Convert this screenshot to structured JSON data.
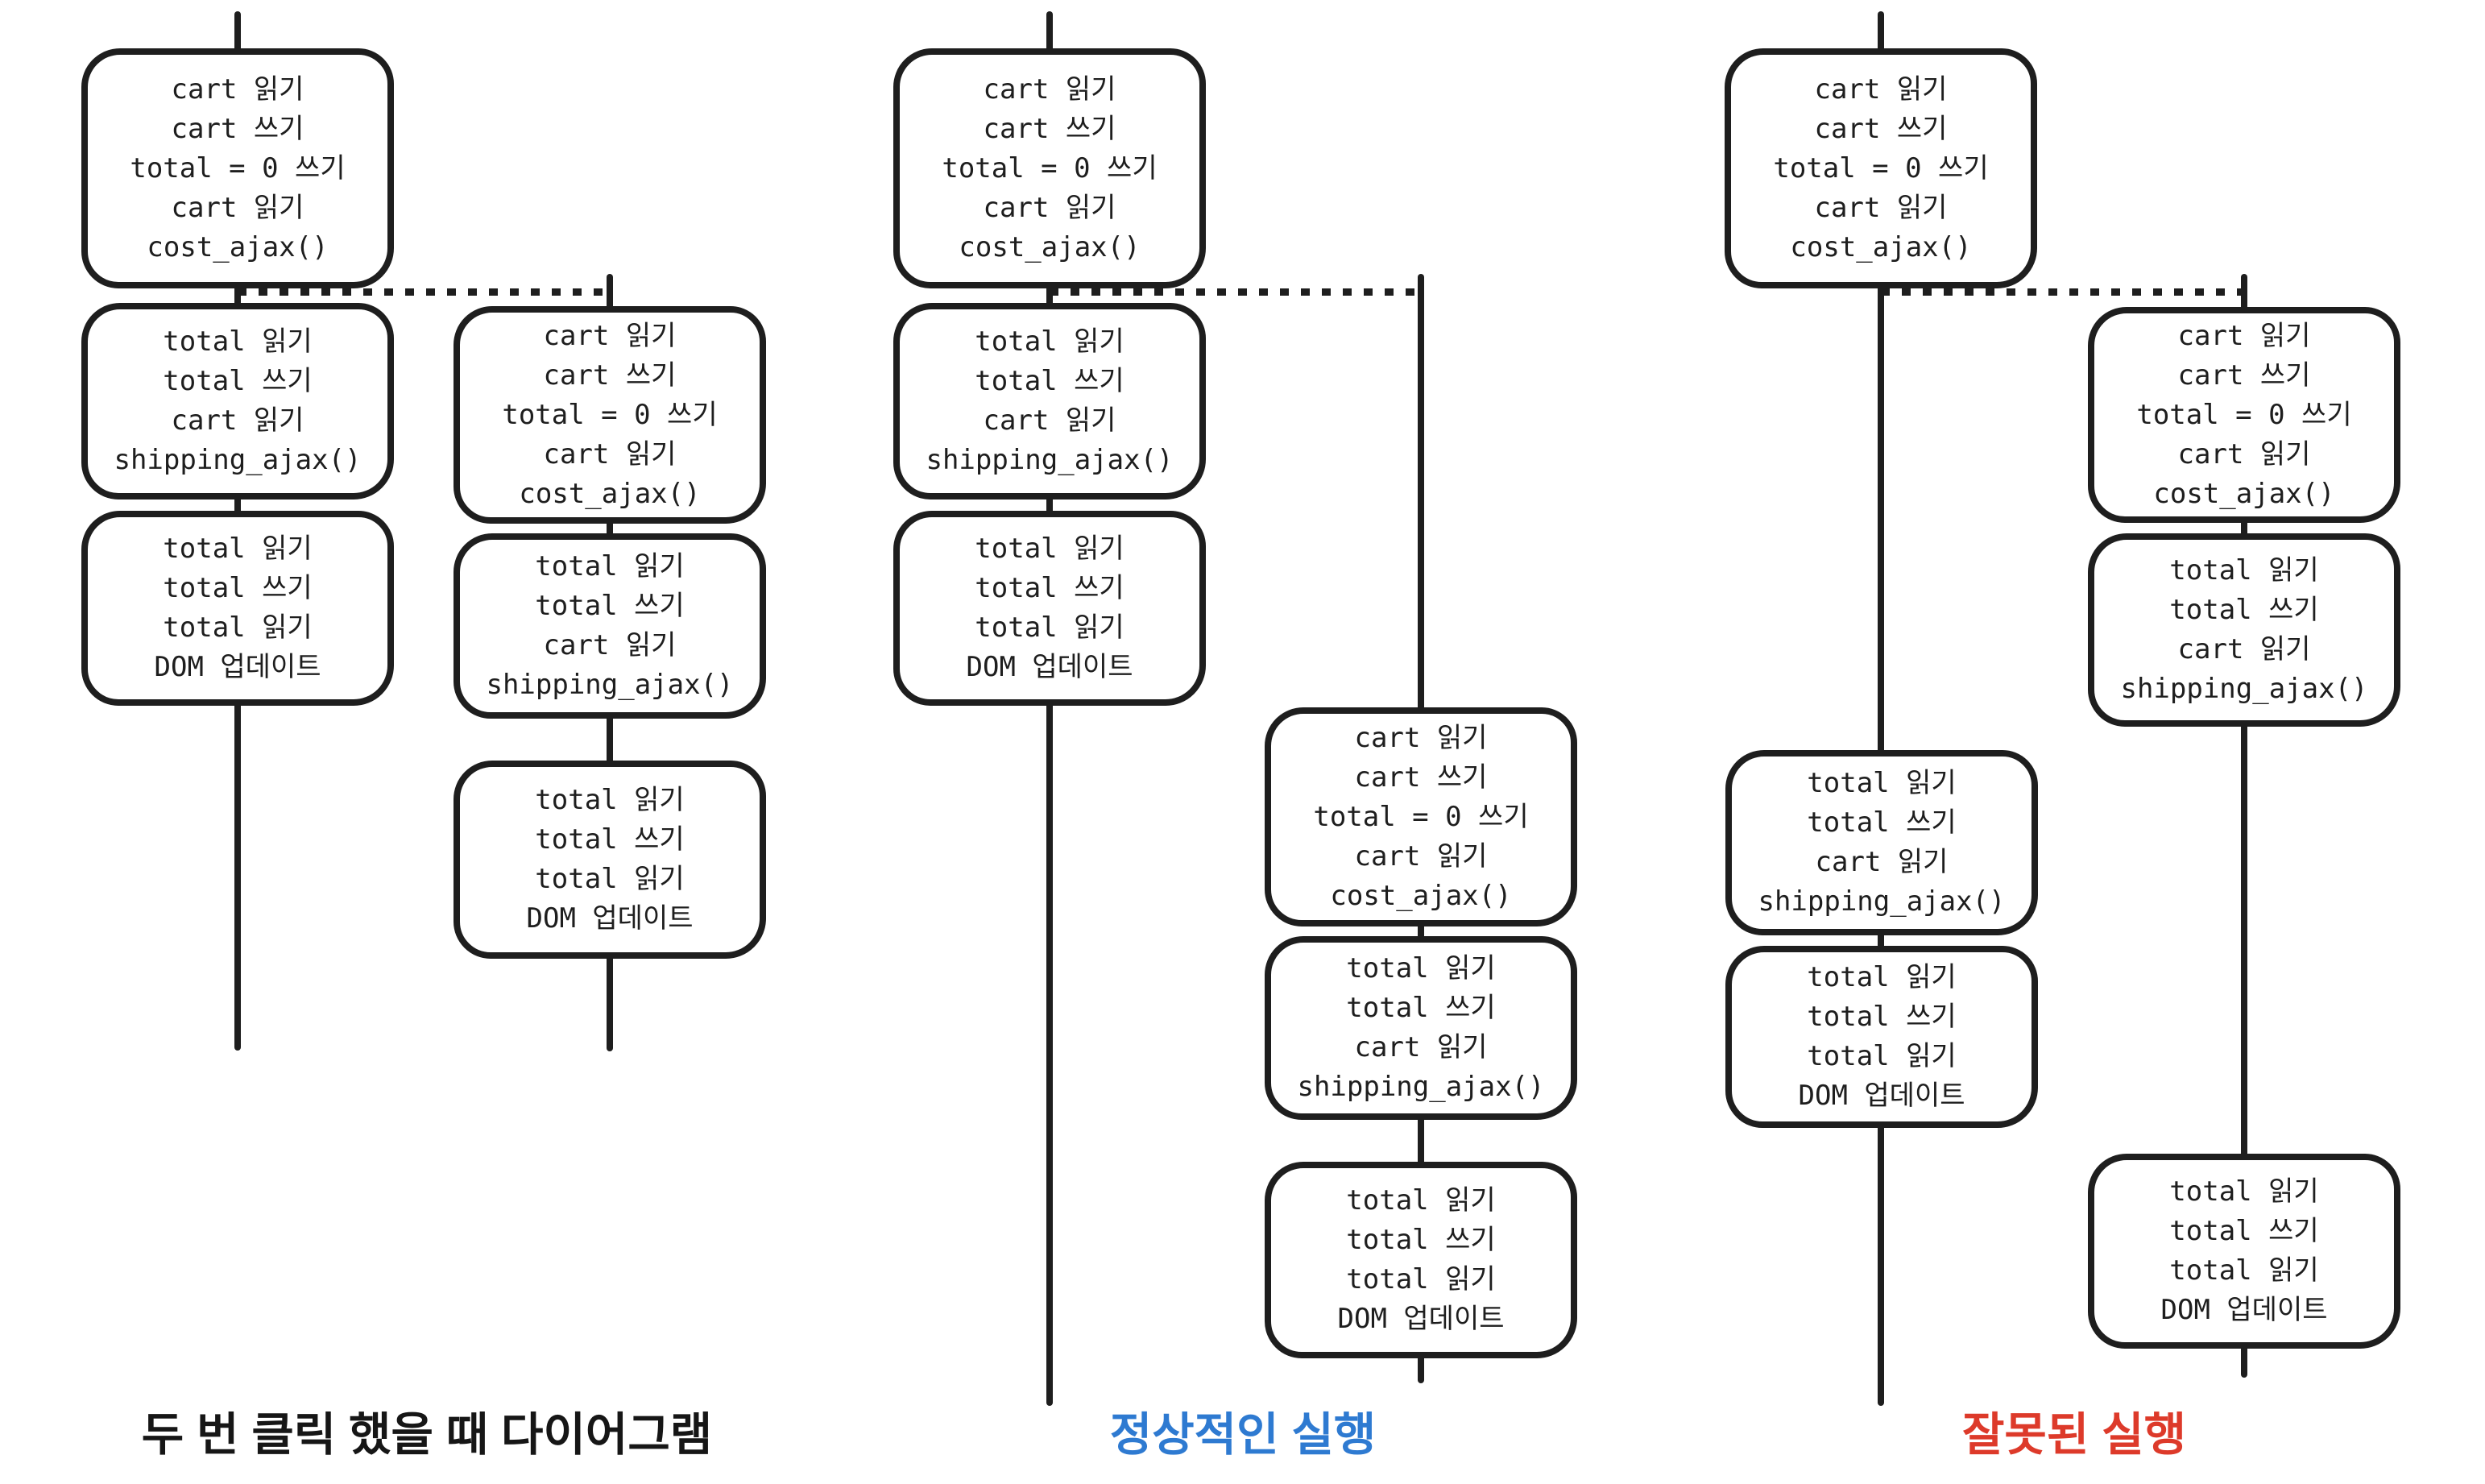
{
  "colors": {
    "ink": "#1e1e1e",
    "background": "#ffffff",
    "normal_label_blue": "#2e7ad1",
    "wrong_label_red": "#dd3a2a"
  },
  "groups": [
    {
      "label": "두 번 클릭 했을 때 다이어그램",
      "timelines": [
        {
          "boxes": [
            {
              "lines": [
                "cart 읽기",
                "cart 쓰기",
                "total = 0 쓰기",
                "cart 읽기",
                "cost_ajax()"
              ]
            },
            {
              "lines": [
                "total 읽기",
                "total 쓰기",
                "cart 읽기",
                "shipping_ajax()"
              ]
            },
            {
              "lines": [
                "total 읽기",
                "total 쓰기",
                "total 읽기",
                "DOM 업데이트"
              ]
            }
          ]
        },
        {
          "boxes": [
            {
              "lines": [
                "cart 읽기",
                "cart 쓰기",
                "total = 0 쓰기",
                "cart 읽기",
                "cost_ajax()"
              ]
            },
            {
              "lines": [
                "total 읽기",
                "total 쓰기",
                "cart 읽기",
                "shipping_ajax()"
              ]
            },
            {
              "lines": [
                "total 읽기",
                "total 쓰기",
                "total 읽기",
                "DOM 업데이트"
              ]
            }
          ]
        }
      ]
    },
    {
      "label": "정상적인 실행",
      "timelines": [
        {
          "boxes": [
            {
              "lines": [
                "cart 읽기",
                "cart 쓰기",
                "total = 0 쓰기",
                "cart 읽기",
                "cost_ajax()"
              ]
            },
            {
              "lines": [
                "total 읽기",
                "total 쓰기",
                "cart 읽기",
                "shipping_ajax()"
              ]
            },
            {
              "lines": [
                "total 읽기",
                "total 쓰기",
                "total 읽기",
                "DOM 업데이트"
              ]
            }
          ]
        },
        {
          "boxes": [
            {
              "lines": [
                "cart 읽기",
                "cart 쓰기",
                "total = 0 쓰기",
                "cart 읽기",
                "cost_ajax()"
              ]
            },
            {
              "lines": [
                "total 읽기",
                "total 쓰기",
                "cart 읽기",
                "shipping_ajax()"
              ]
            },
            {
              "lines": [
                "total 읽기",
                "total 쓰기",
                "total 읽기",
                "DOM 업데이트"
              ]
            }
          ]
        }
      ]
    },
    {
      "label": "잘못된 실행",
      "timelines": [
        {
          "boxes": [
            {
              "lines": [
                "cart 읽기",
                "cart 쓰기",
                "total = 0 쓰기",
                "cart 읽기",
                "cost_ajax()"
              ]
            },
            {
              "lines": [
                "total 읽기",
                "total 쓰기",
                "cart 읽기",
                "shipping_ajax()"
              ]
            },
            {
              "lines": [
                "total 읽기",
                "total 쓰기",
                "total 읽기",
                "DOM 업데이트"
              ]
            }
          ]
        },
        {
          "boxes": [
            {
              "lines": [
                "cart 읽기",
                "cart 쓰기",
                "total = 0 쓰기",
                "cart 읽기",
                "cost_ajax()"
              ]
            },
            {
              "lines": [
                "total 읽기",
                "total 쓰기",
                "cart 읽기",
                "shipping_ajax()"
              ]
            },
            {
              "lines": [
                "total 읽기",
                "total 쓰기",
                "total 읽기",
                "DOM 업데이트"
              ]
            }
          ]
        }
      ]
    }
  ]
}
